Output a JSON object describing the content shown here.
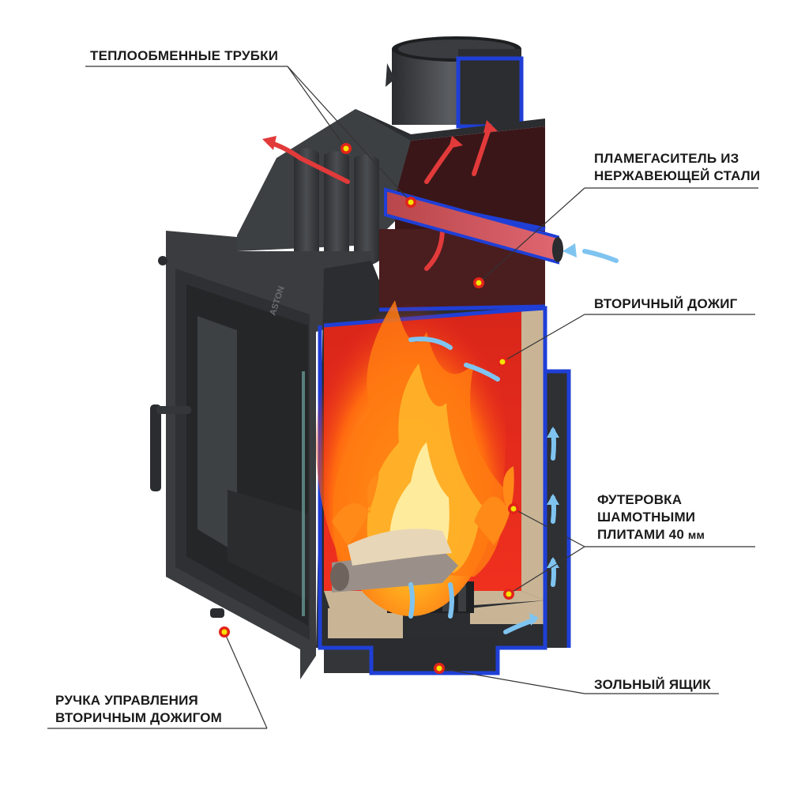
{
  "labels": {
    "heat_tubes": "ТЕПЛООБМЕННЫЕ ТРУБКИ",
    "flame_damper_line1": "ПЛАМЕГАСИТЕЛЬ ИЗ",
    "flame_damper_line2": "НЕРЖАВЕЮЩЕЙ СТАЛИ",
    "secondary_burn": "ВТОРИЧНЫЙ ДОЖИГ",
    "lining_line1": "ФУТЕРОВКА",
    "lining_line2": "ШАМОТНЫМИ",
    "lining_line3_main": "ПЛИТАМИ 40",
    "lining_line3_unit": "мм",
    "ash_box": "ЗОЛЬНЫЙ ЯЩИК",
    "control_handle_line1": "РУЧКА УПРАВЛЕНИЯ",
    "control_handle_line2": "ВТОРИЧНЫМ ДОЖИГОМ"
  },
  "brand": "ASTON",
  "colors": {
    "steel": "#3b3d40",
    "steel_dark": "#26282a",
    "steel_light": "#55585c",
    "firebox_red": "#e8281c",
    "cut_edge_blue": "#1f3fd6",
    "chamotte": "#c9b596",
    "marker_red": "#e2231a",
    "marker_yellow": "#f5e400",
    "warm_arrow": "#e23a3a",
    "cool_arrow": "#7fc4f0",
    "leader_line": "#333333"
  },
  "icons": [
    "flame-icon",
    "marker-dot-icon",
    "warm-air-arrow-icon",
    "cool-air-arrow-icon"
  ]
}
